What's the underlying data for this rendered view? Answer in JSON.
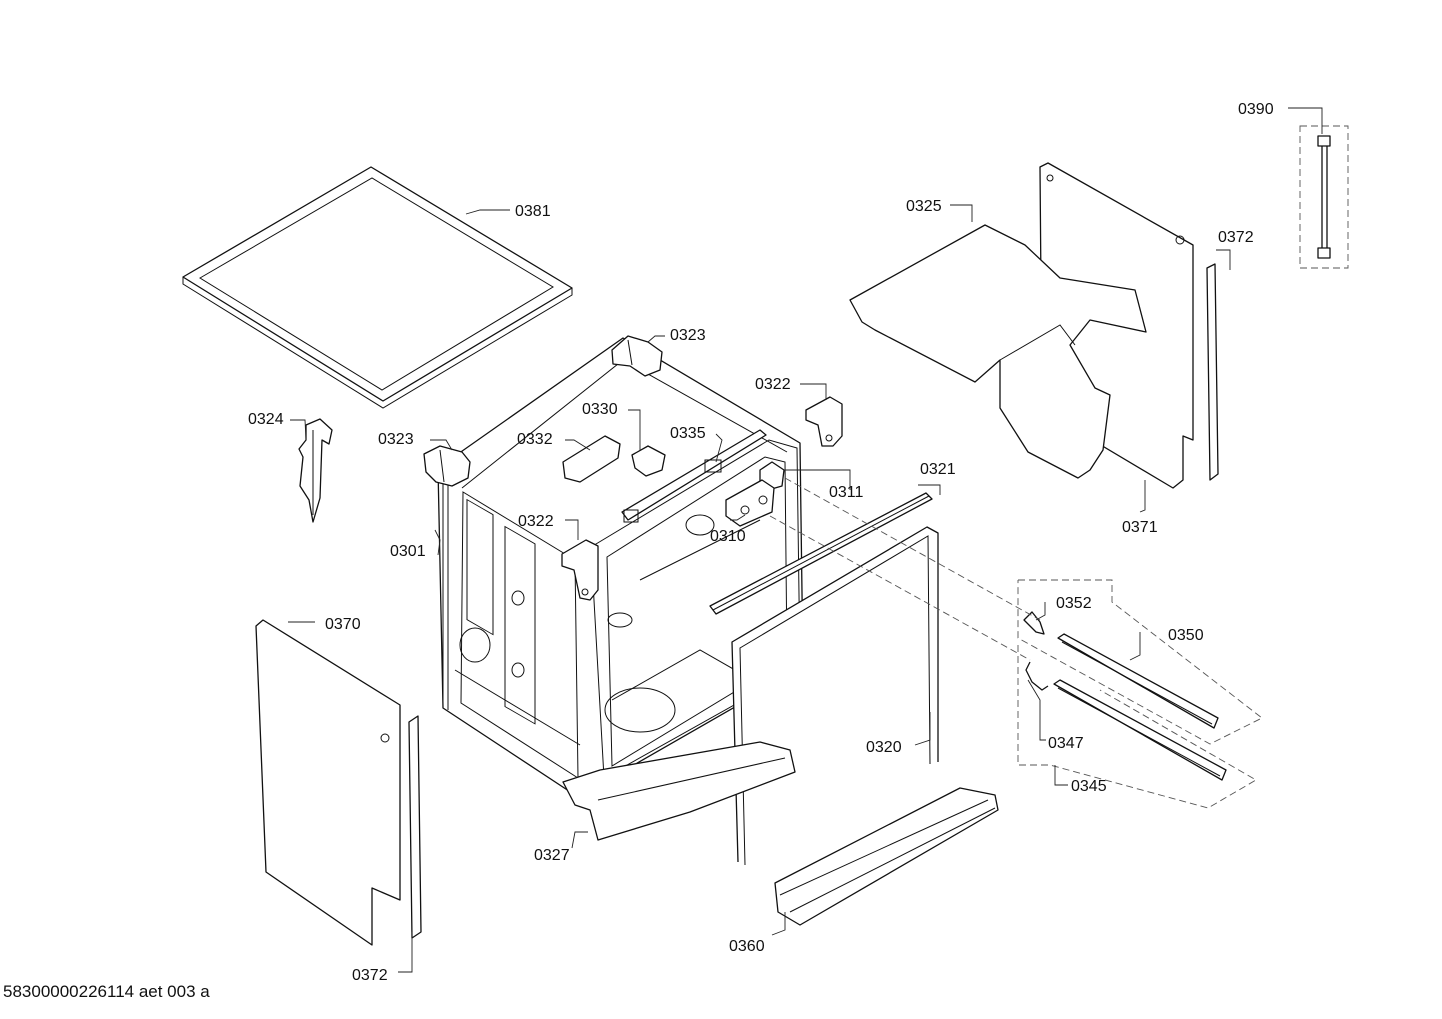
{
  "labels": {
    "l0381": "0381",
    "l0323a": "0323",
    "l0323b": "0323",
    "l0324": "0324",
    "l0330": "0330",
    "l0332": "0332",
    "l0335": "0335",
    "l0322a": "0322",
    "l0322b": "0322",
    "l0311": "0311",
    "l0310": "0310",
    "l0301": "0301",
    "l0321": "0321",
    "l0325": "0325",
    "l0390": "0390",
    "l0372a": "0372",
    "l0371": "0371",
    "l0370": "0370",
    "l0372b": "0372",
    "l0352": "0352",
    "l0350": "0350",
    "l0347": "0347",
    "l0345": "0345",
    "l0320": "0320",
    "l0327": "0327",
    "l0360": "0360"
  },
  "footer": {
    "drawing_id": "58300000226114 aet 003 a"
  }
}
